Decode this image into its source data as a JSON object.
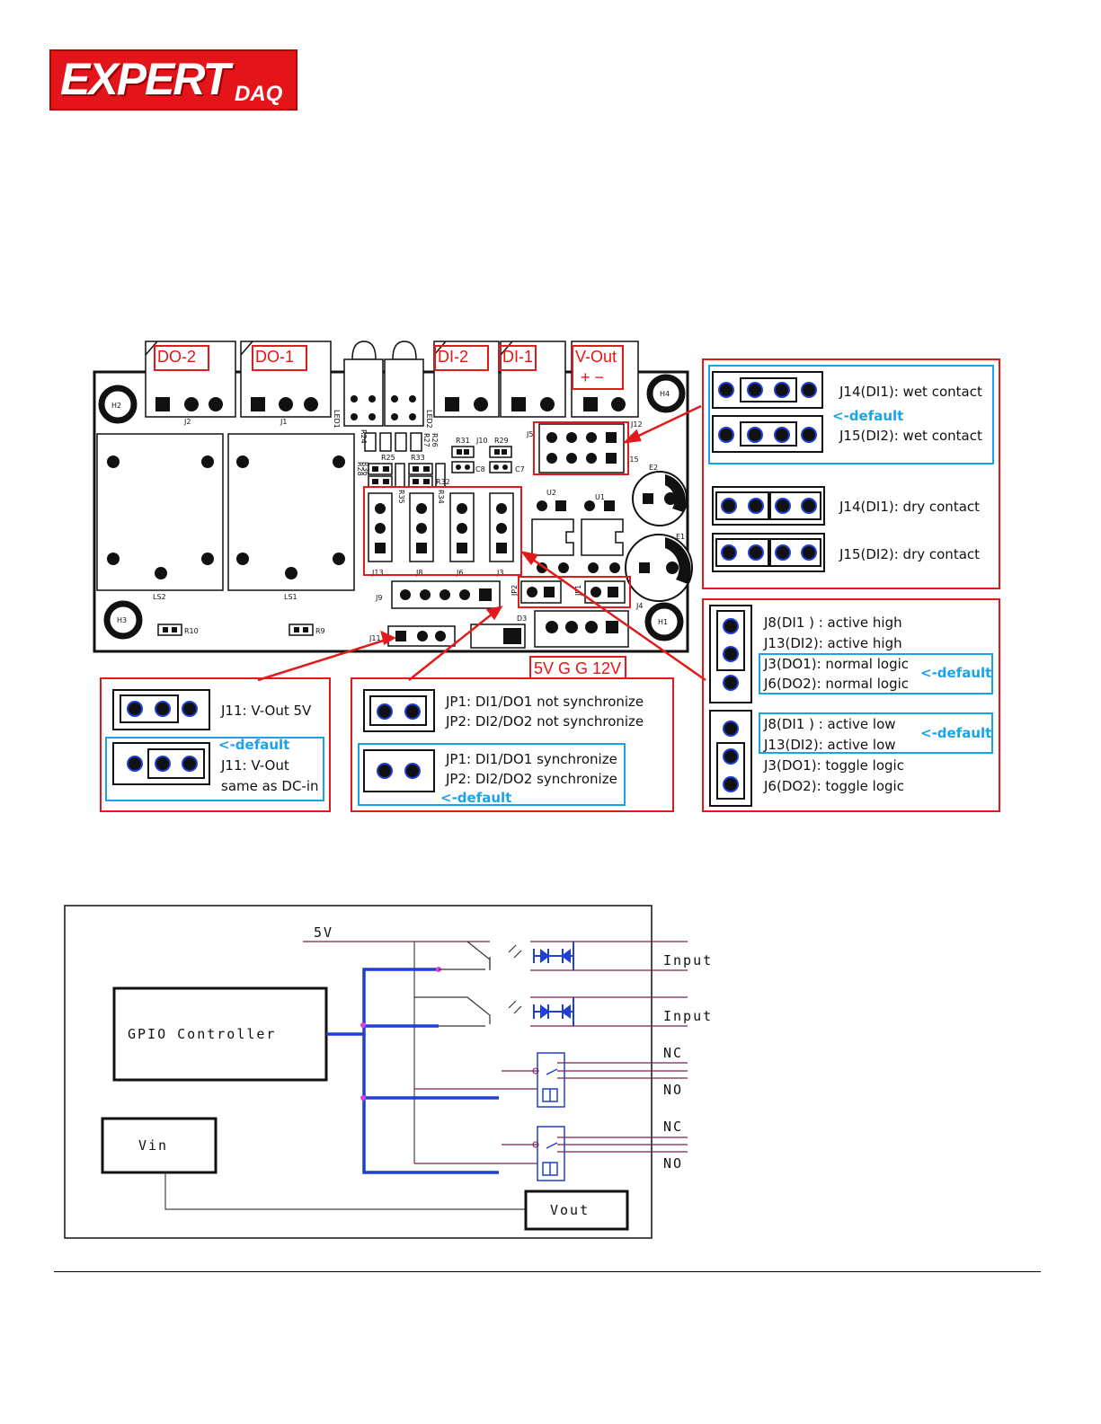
{
  "logo": {
    "main": "EXPERT",
    "sub": "DAQ"
  },
  "board": {
    "connector_labels": [
      "DO-2",
      "DO-1",
      "DI-2",
      "DI-1",
      "V-Out"
    ],
    "vout_polarity": "+ −",
    "power_terminal_label": "5V G G 12V",
    "silk": {
      "h1": "H1",
      "h2": "H2",
      "h3": "H3",
      "h4": "H4",
      "j1": "J1",
      "j2": "J2",
      "j3": "J3",
      "j4": "J4",
      "j5": "J5",
      "j6": "J6",
      "j8": "J8",
      "j9": "J9",
      "j10": "J10",
      "j11": "J11",
      "j12": "J12",
      "j13": "J13",
      "j14": "J14",
      "j15": "J15",
      "jp1": "JP1",
      "jp2": "JP2",
      "ls1": "LS1",
      "ls2": "LS2",
      "e1": "E1",
      "e2": "E2",
      "u1": "U1",
      "u2": "U2",
      "d3": "D3",
      "led1": "LED1",
      "led2": "LED2",
      "r9": "R9",
      "r10": "R10",
      "r24": "R24",
      "r25": "R25",
      "r26": "R26",
      "r27": "R27",
      "r28": "R28",
      "r29": "R29",
      "r31": "R31",
      "r32": "R32",
      "r33": "R33",
      "r34": "R34",
      "r35": "R35",
      "r36": "R36",
      "c7": "C7",
      "c8": "C8"
    }
  },
  "callouts": {
    "wet": {
      "j14": "J14(DI1): wet contact",
      "default": "<-default",
      "j15": "J15(DI2): wet contact"
    },
    "dry": {
      "j14": "J14(DI1): dry contact",
      "j15": "J15(DI2): dry contact"
    },
    "logic_high": {
      "l1": "J8(DI1 ) : active high",
      "l2": "J13(DI2): active high",
      "l3": "J3(DO1):  normal logic",
      "l4": "J6(DO2):  normal logic",
      "default": "<-default"
    },
    "logic_low": {
      "l1": "J8(DI1 ) : active low",
      "l2": "J13(DI2): active low",
      "l3": "J3(DO1):  toggle logic",
      "l4": "J6(DO2):  toggle logic",
      "default": "<-default"
    },
    "j11": {
      "opt1": "J11: V-Out 5V",
      "default": "<-default",
      "opt2_line1": "J11: V-Out",
      "opt2_line2": "same as DC-in"
    },
    "jp": {
      "a1": "JP1: DI1/DO1 not synchronize",
      "a2": "JP2: DI2/DO2 not synchronize",
      "b1": "JP1: DI1/DO1 synchronize",
      "b2": "JP2: DI2/DO2 synchronize",
      "default": "<-default"
    }
  },
  "schematic": {
    "supply": "5V",
    "controller": "GPIO Controller",
    "vin": "Vin",
    "vout": "Vout",
    "input1": "Input",
    "input2": "Input",
    "nc1": "NC",
    "no1": "NO",
    "nc2": "NC",
    "no2": "NO"
  },
  "colors": {
    "callout_red": "#e11b1b",
    "default_blue": "#1aa3e8",
    "bus_blue": "#1f3fd6",
    "trace_purple": "#7a1f4f"
  }
}
